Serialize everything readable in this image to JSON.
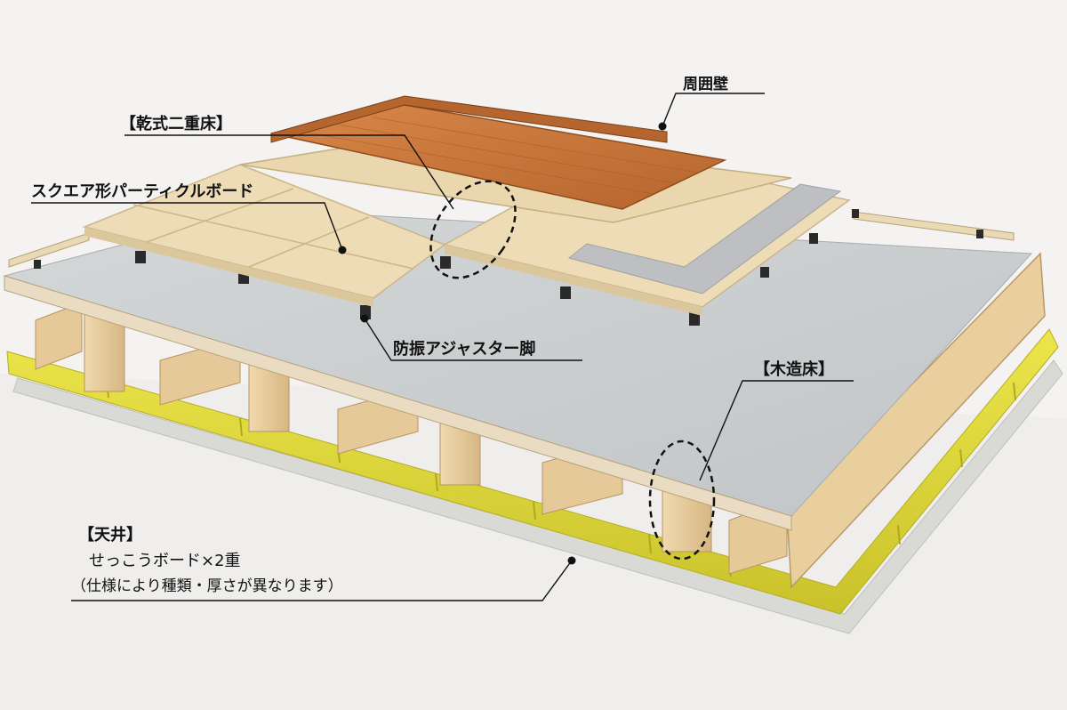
{
  "labels": {
    "perimeter_wall": "周囲壁",
    "dry_double_floor": "【乾式二重床】",
    "square_particleboard": "スクエア形パーティクルボード",
    "anti_vibration_adjuster_leg": "防振アジャスター脚",
    "wooden_floor": "【木造床】",
    "ceiling_title": "【天井】",
    "ceiling_line1": "せっこうボード×2重",
    "ceiling_line2": "（仕様により種類・厚さが異なります）"
  },
  "colors": {
    "background": "#f4f3f1",
    "subfloor_top": "#c9ccce",
    "subfloor_edge": "#e9dcc2",
    "particleboard": "#eedcb6",
    "flooring": "#c8783a",
    "joist": "#e3c79a",
    "insulation": "#e4df3a",
    "ceiling_board": "#d9dad6",
    "leader": "#111111"
  }
}
